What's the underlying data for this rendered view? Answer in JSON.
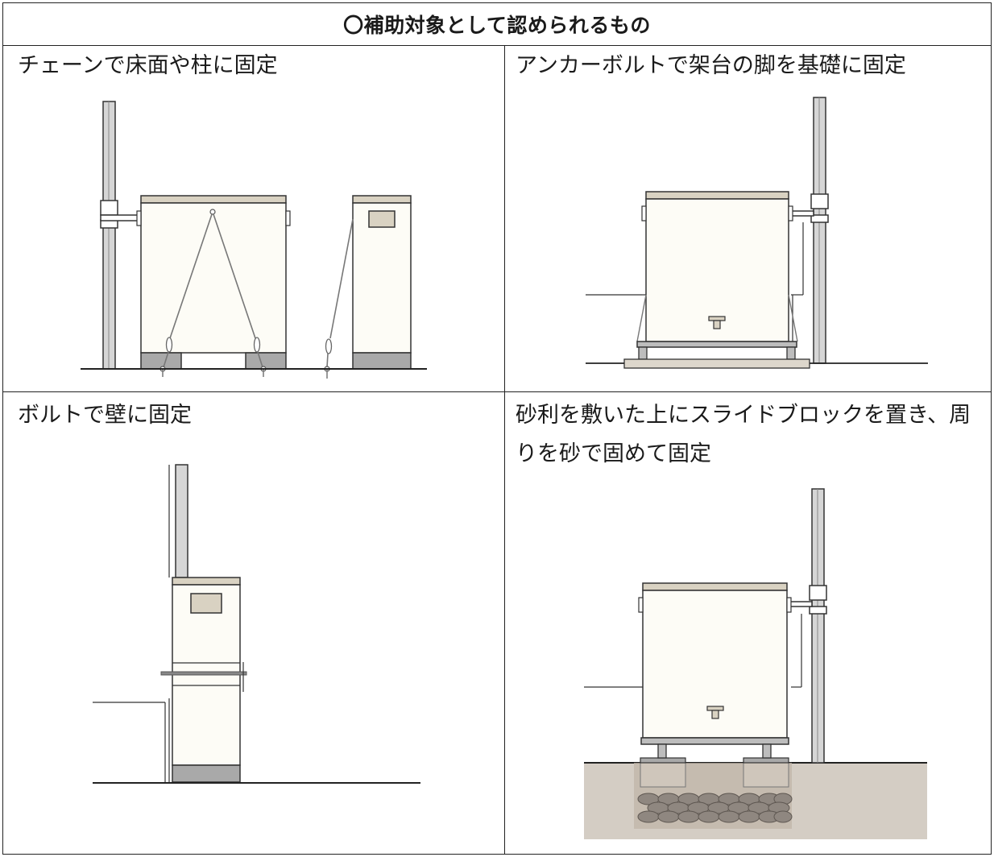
{
  "header": {
    "title": "〇補助対象として認められるもの"
  },
  "cells": [
    {
      "caption": "チェーンで床面や柱に固定"
    },
    {
      "caption": "アンカーボルトで架台の脚を基礎に固定"
    },
    {
      "caption": "ボルトで壁に固定"
    },
    {
      "caption_line1": "砂利を敷いた上にスライドブロックを置き、周",
      "caption_line2": "りを砂で固めて固定"
    }
  ],
  "colors": {
    "tank_body": "#fdfcf6",
    "tank_top": "#d9d2c2",
    "base_block": "#a9a9a9",
    "pipe": "#d6d6d6",
    "ground": "#d4cdc4",
    "gravel": "#8f8780",
    "plate": "#ddd7cc"
  }
}
